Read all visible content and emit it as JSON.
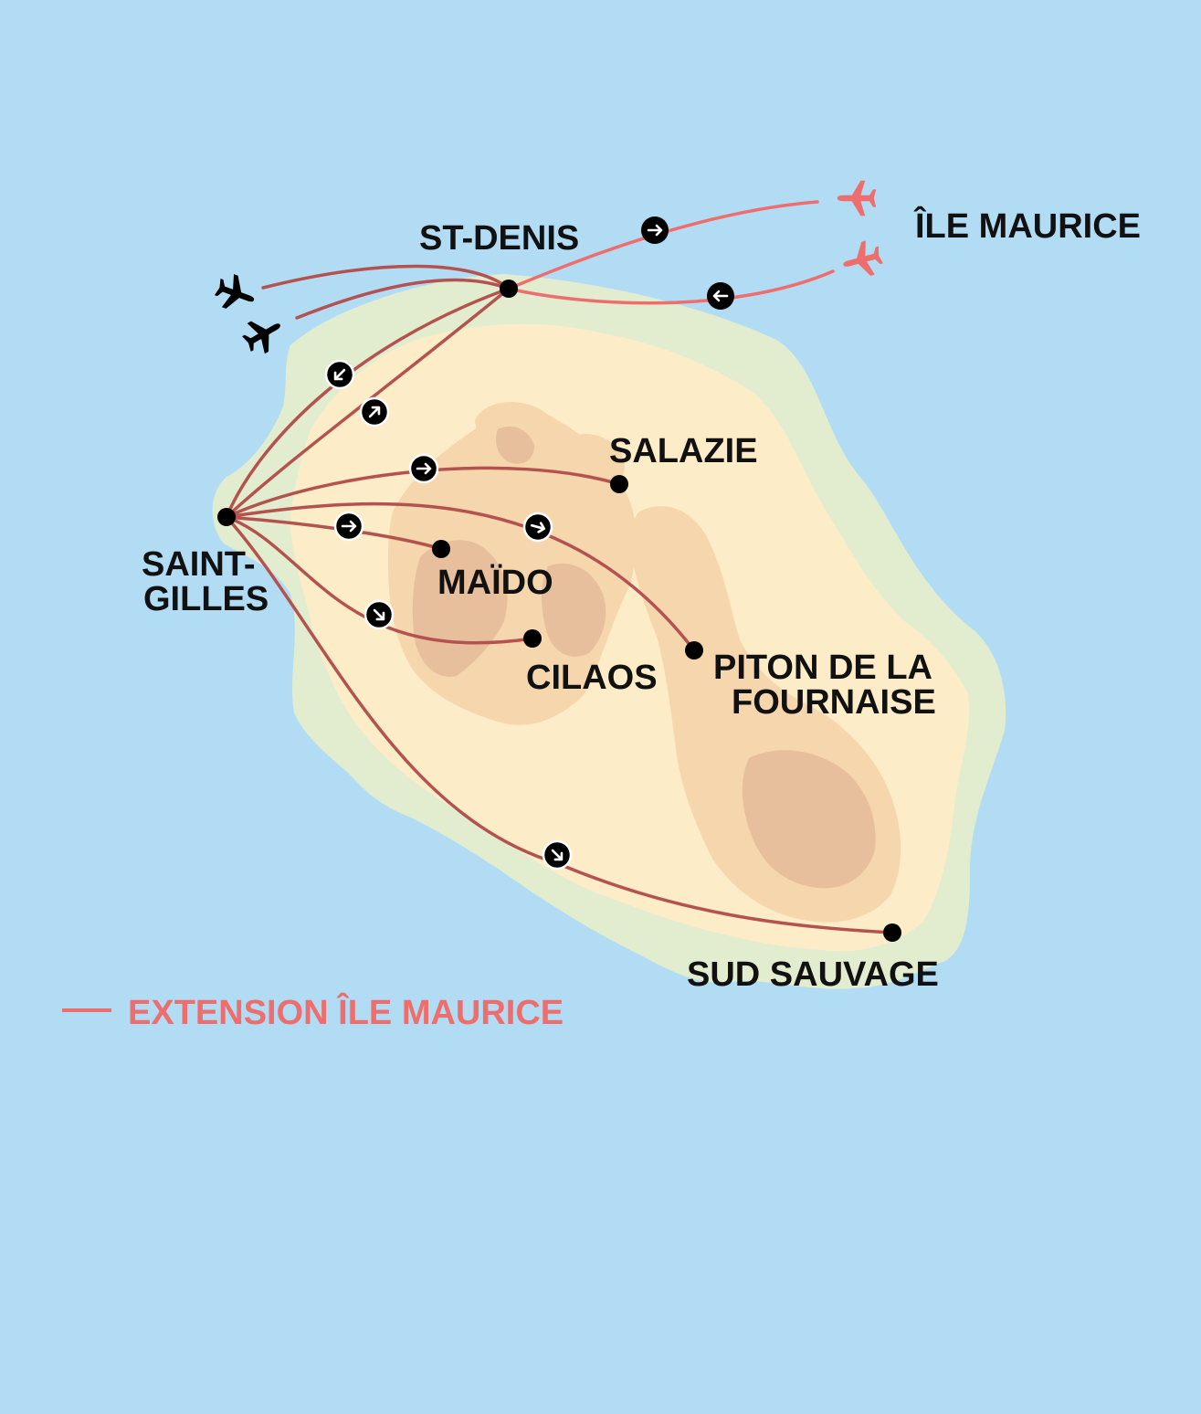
{
  "colors": {
    "sea": "#b1dcf4",
    "lowland": "#e2edcf",
    "upland": "#fdecc8",
    "hills": "#f6d6ad",
    "peaks": "#e8bf9c",
    "route": "#b4524f",
    "extension_route": "#ee6e6d",
    "marker": "#000000",
    "text": "#111111"
  },
  "places": {
    "st_denis": "ST-DENIS",
    "saint_gilles_line1": "SAINT-",
    "saint_gilles_line2": "GILLES",
    "salazie": "SALAZIE",
    "maido": "MAÏDO",
    "cilaos": "CILAOS",
    "piton_line1": "PITON DE LA",
    "piton_line2": "FOURNAISE",
    "sud_sauvage": "SUD SAUVAGE",
    "ile_maurice": "ÎLE MAURICE"
  },
  "legend": {
    "extension_label": "EXTENSION ÎLE MAURICE"
  },
  "icons": {
    "flight_departure": "airplane-icon",
    "flight_arrival": "airplane-icon",
    "direction": "arrow-icon"
  }
}
